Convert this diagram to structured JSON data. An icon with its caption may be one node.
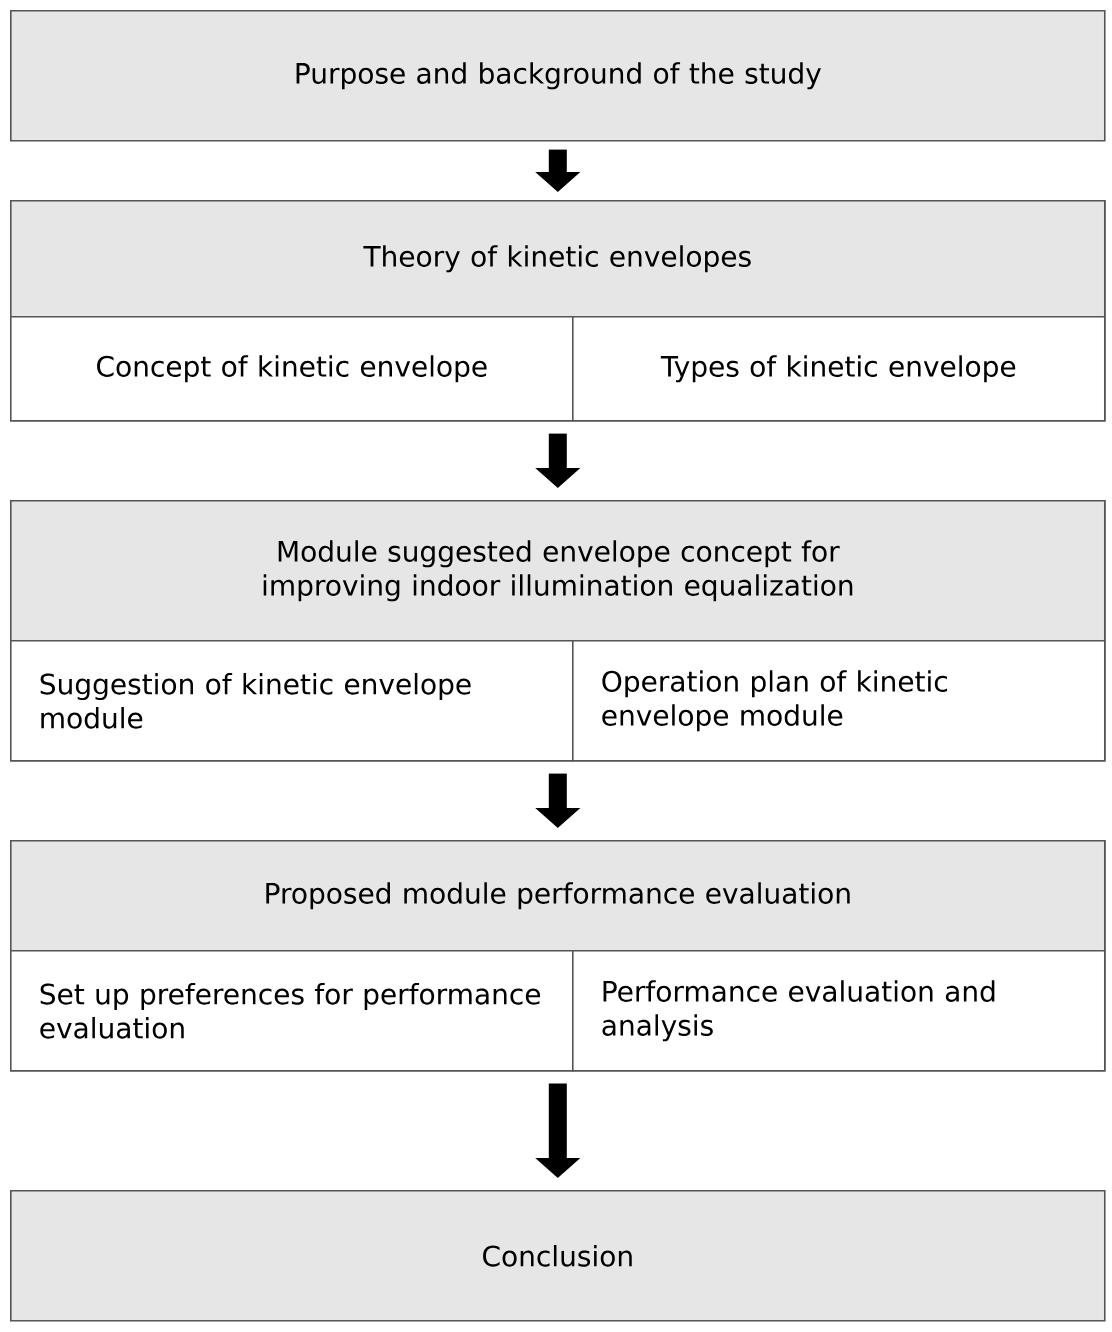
{
  "diagram": {
    "nodes": [
      {
        "text": [
          "Purpose and background of the study"
        ]
      },
      {
        "text": [],
        "shape": "box"
      },
      {
        "text": [
          "Theory of kinetic envelopes"
        ],
        "in": 1
      },
      {
        "text": [
          "Concept of kinetic envelope"
        ],
        "in": 1
      },
      {
        "text": [
          "Types of kinetic envelope"
        ],
        "in": 1
      },
      {
        "text": [],
        "shape": "box"
      },
      {
        "text": [
          "Module suggested envelope concept for improving indoor illumination equalization"
        ],
        "in": 5
      },
      {
        "text": [
          "Suggestion of kinetic envelope module"
        ],
        "in": 5
      },
      {
        "text": [
          "Operation plan of kinetic envelope module"
        ],
        "in": 5
      },
      {
        "text": [],
        "shape": "box"
      },
      {
        "text": [
          "Proposed module performance evaluation"
        ],
        "in": 9
      },
      {
        "text": [
          "Set up preferences for performance evaluation"
        ],
        "in": 9
      },
      {
        "text": [
          "Performance evaluation and analysis"
        ],
        "in": 9
      },
      {
        "text": [
          "Conclusion"
        ]
      }
    ],
    "edges": [
      {
        "from": 0,
        "to": 1,
        "arrow": "to"
      },
      {
        "from": 1,
        "to": 5,
        "arrow": "to"
      },
      {
        "from": 5,
        "to": 9,
        "arrow": "to"
      },
      {
        "from": 9,
        "to": 13,
        "arrow": "to"
      }
    ]
  }
}
